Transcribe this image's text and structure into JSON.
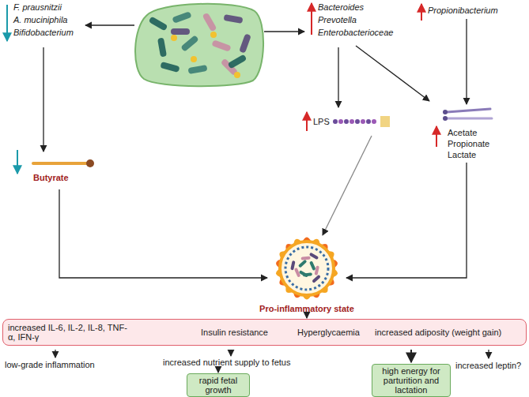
{
  "diagram": {
    "nodes": [
      {
        "text": [
          "Pro-inflammatory state"
        ]
      },
      {
        "text": [
          "increased IL-6, IL-2, IL-8, TNF-α, IFN-γ",
          "Insulin resistance",
          "Hyperglycaemia",
          "increased adiposity (weight gain)"
        ]
      },
      {
        "text": [
          "rapid fetal growth"
        ]
      },
      {
        "text": [
          "high energy for parturition and lactation"
        ]
      }
    ],
    "edges": [
      {
        "from": 0,
        "to": 1,
        "arrow": "to"
      }
    ],
    "labels": [
      "F. prausnitzii",
      "A. muciniphila",
      "Bifidobacterium",
      "Bacteroides",
      "Prevotella",
      "Enterobacterioceae",
      "Propionibacterium",
      "Butyrate",
      "LPS",
      "Acetate",
      "Propionate",
      "Lactate",
      "low-grade inflammation",
      "increased nutrient supply to fetus",
      "increased leptin?"
    ]
  }
}
